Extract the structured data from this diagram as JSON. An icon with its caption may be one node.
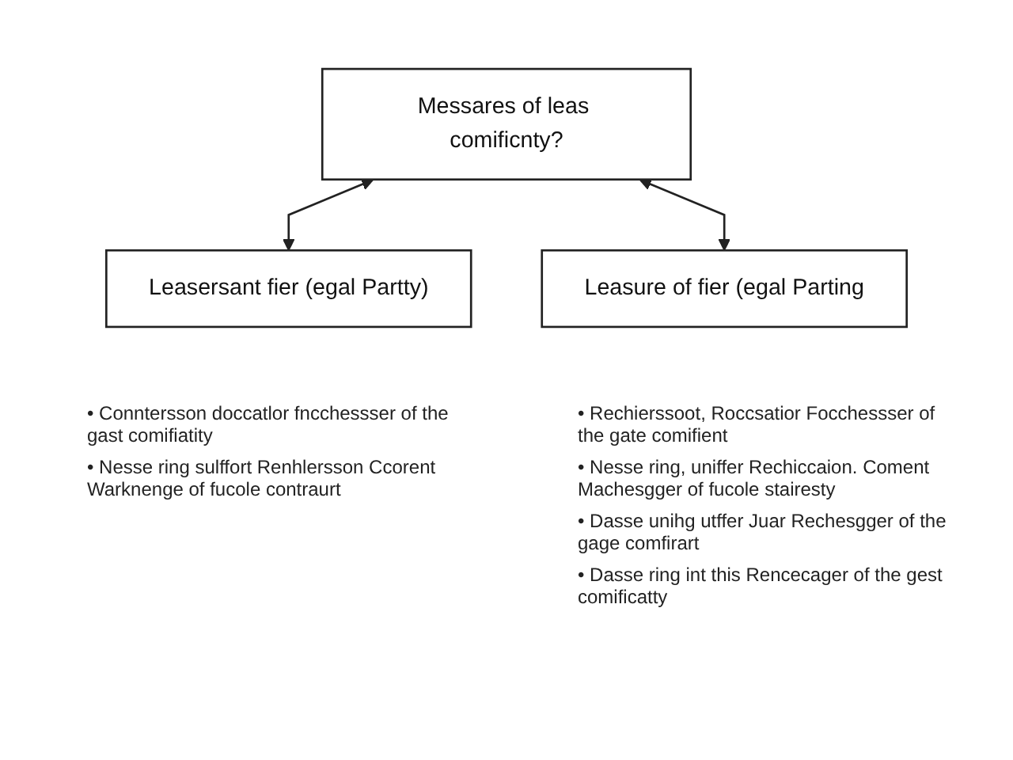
{
  "diagram": {
    "nodes": [
      {
        "text": [
          "Messares of leas comificnty?"
        ]
      },
      {
        "text": [
          "Leasersant fier (egal Partty)"
        ],
        "beside": [
          "• Conntersson doccatlor fncchessser of the gast comifiatity",
          "• Nesse ring sulffort Renhlersson Ccorent Warknenge of fucole contraurt"
        ]
      },
      {
        "text": [
          "Leasure of fier (egal Parting"
        ],
        "beside": [
          "• Rechierssoot, Roccsatior Focchessser of the gate comifient",
          "• Nesse ring, uniffer Rechiccaion. Coment Machesgger of fucole stairesty",
          "• Dasse unihg utffer Juar Rechesgger of the gage comfirart",
          "• Dasse ring int this Rencecager of the gest comificatty"
        ]
      }
    ],
    "edges": [
      {
        "from": 0,
        "to": 1,
        "arrow": "both"
      },
      {
        "from": 0,
        "to": 2,
        "arrow": "both"
      }
    ]
  }
}
